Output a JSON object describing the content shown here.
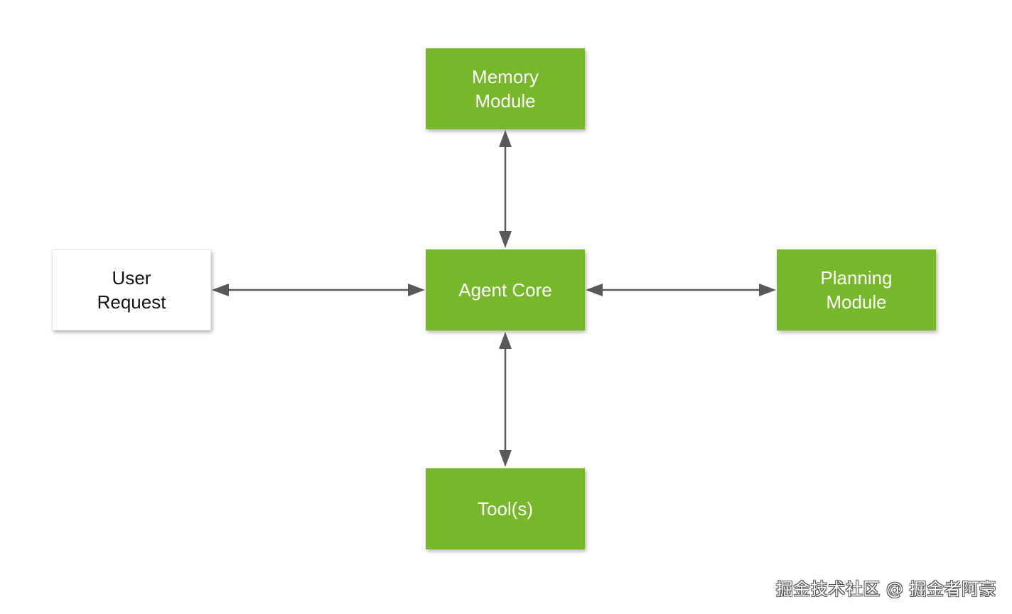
{
  "nodes": {
    "memory": {
      "label": "Memory\nModule"
    },
    "core": {
      "label": "Agent Core"
    },
    "user": {
      "label": "User\nRequest"
    },
    "planning": {
      "label": "Planning\nModule"
    },
    "tools": {
      "label": "Tool(s)"
    }
  },
  "edges": [
    {
      "from": "core",
      "to": "memory",
      "direction": "bidirectional"
    },
    {
      "from": "core",
      "to": "tools",
      "direction": "bidirectional"
    },
    {
      "from": "user",
      "to": "core",
      "direction": "bidirectional"
    },
    {
      "from": "core",
      "to": "planning",
      "direction": "bidirectional"
    }
  ],
  "colors": {
    "module_fill": "#76b82a",
    "module_text": "#ffffff",
    "user_fill": "#ffffff",
    "user_text": "#111111",
    "arrow": "#595959"
  },
  "watermark": {
    "text": "掘金技术社区 @ 掘金者阿豪"
  }
}
